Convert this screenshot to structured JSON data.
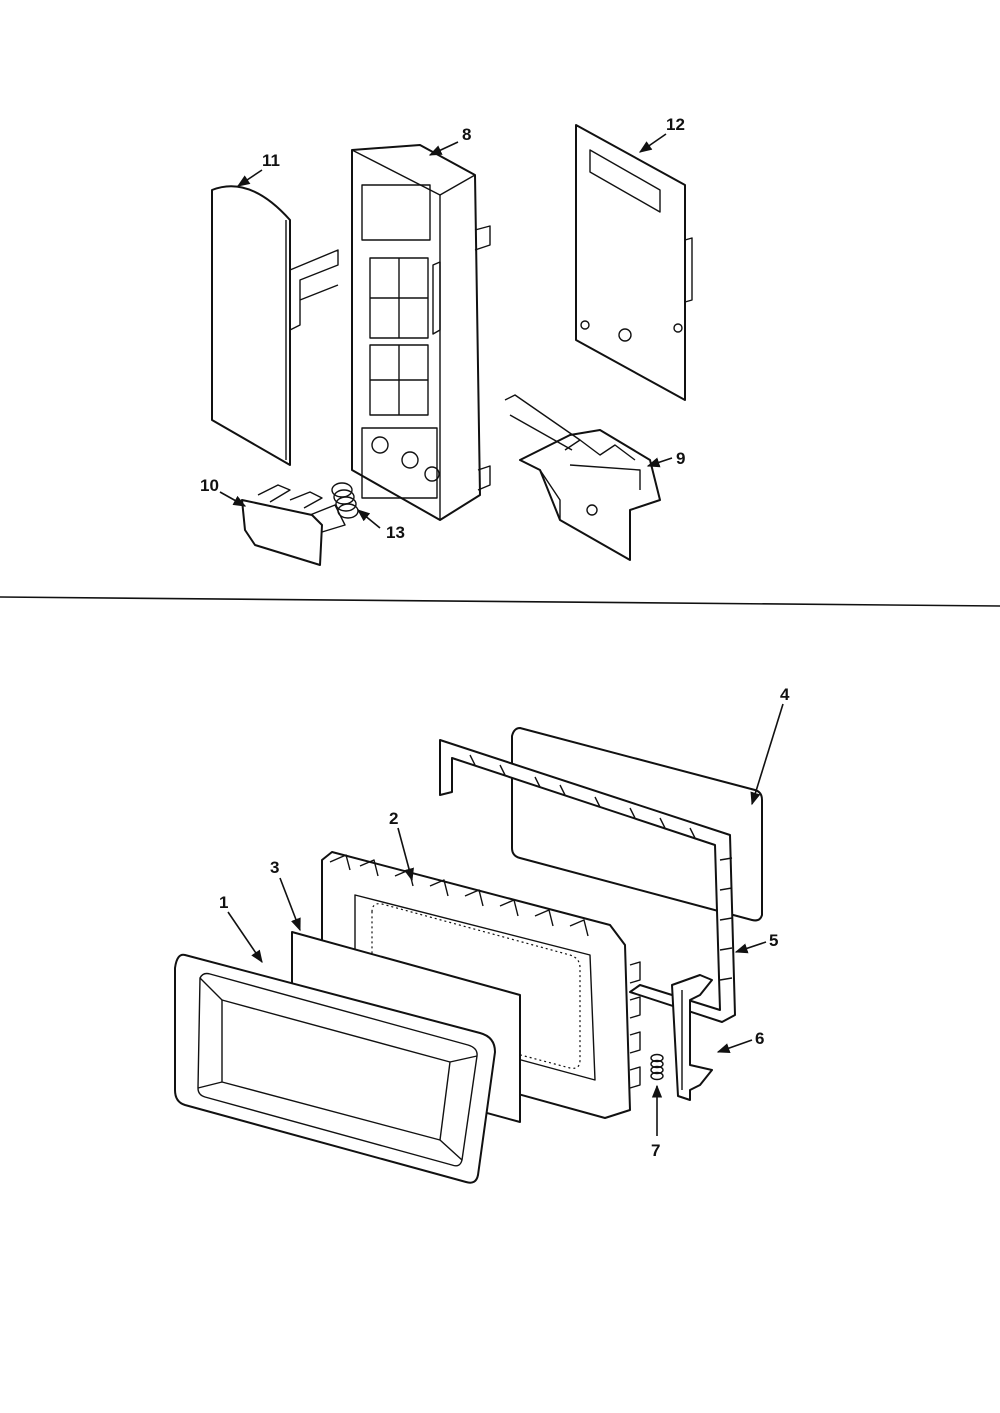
{
  "diagram": {
    "colors": {
      "line": "#111111",
      "background": "#ffffff"
    },
    "callouts": {
      "p1": "1",
      "p2": "2",
      "p3": "3",
      "p4": "4",
      "p5": "5",
      "p6": "6",
      "p7": "7",
      "p8": "8",
      "p9": "9",
      "p10": "10",
      "p11": "11",
      "p12": "12",
      "p13": "13"
    }
  }
}
